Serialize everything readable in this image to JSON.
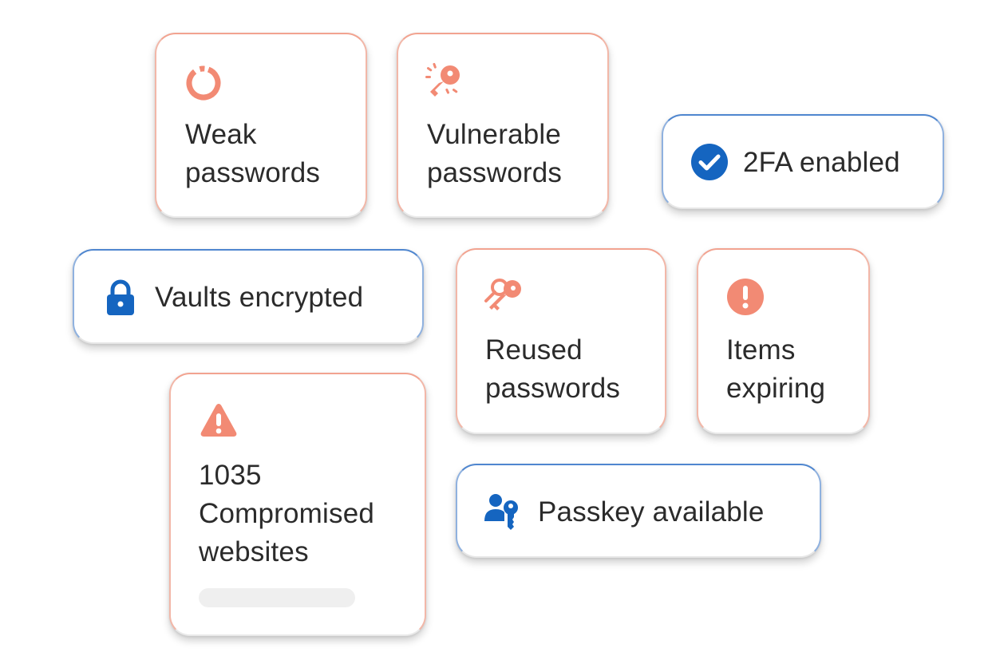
{
  "cards": {
    "weak": {
      "line1": "Weak",
      "line2": "passwords",
      "icon": "partial-ring-icon"
    },
    "vulnerable": {
      "line1": "Vulnerable",
      "line2": "passwords",
      "icon": "broken-key-icon"
    },
    "twofa": {
      "label": "2FA enabled",
      "icon": "check-circle-icon"
    },
    "vaults": {
      "label": "Vaults encrypted",
      "icon": "lock-icon"
    },
    "reused": {
      "line1": "Reused",
      "line2": "passwords",
      "icon": "double-key-icon"
    },
    "expiring": {
      "line1": "Items",
      "line2": "expiring",
      "icon": "exclamation-circle-icon"
    },
    "compromised": {
      "line1": "1035",
      "line2": "Compromised",
      "line3": "websites",
      "icon": "warning-triangle-icon"
    },
    "passkey": {
      "label": "Passkey available",
      "icon": "user-key-icon"
    }
  },
  "colors": {
    "alert": "#f28a74",
    "good": "#1565c0",
    "text": "#2b2b2b"
  }
}
